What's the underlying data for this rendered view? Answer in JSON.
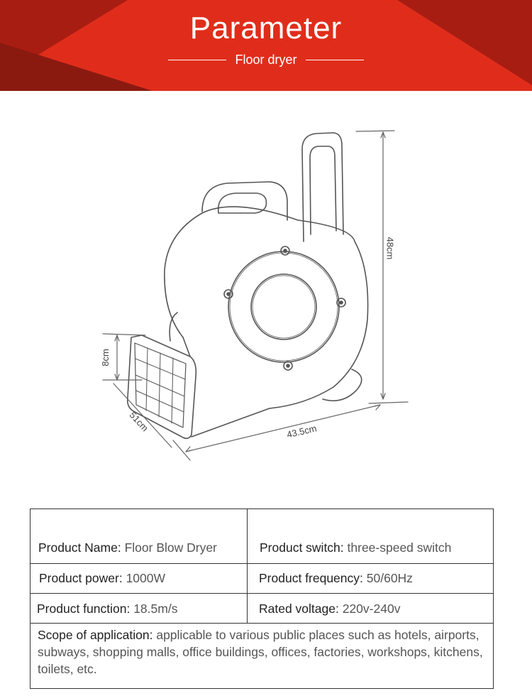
{
  "banner": {
    "title": "Parameter",
    "subtitle": "Floor dryer",
    "colors": {
      "main": "#e02d1b",
      "dark": "#8a1a10"
    }
  },
  "drawing": {
    "dim_height": "48cm",
    "dim_length": "43.5cm",
    "dim_width": "51cm",
    "dim_outlet": "8cm"
  },
  "specs": {
    "product_name": {
      "label": "Product Name:",
      "value": " Floor Blow Dryer"
    },
    "product_switch": {
      "label": "Product switch:",
      "value": " three-speed switch"
    },
    "product_power": {
      "label": "Product power:",
      "value": " 1000W"
    },
    "product_frequency": {
      "label": "Product frequency:",
      "value": " 50/60Hz"
    },
    "product_function": {
      "label": "Product function:",
      "value": " 18.5m/s"
    },
    "rated_voltage": {
      "label": "Rated voltage:",
      "value": " 220v-240v"
    },
    "scope": {
      "label": "Scope of application:",
      "value": " applicable to various public places such as hotels, airports, subways, shopping malls, office buildings, offices, factories, workshops, kitchens, toilets, etc."
    }
  }
}
